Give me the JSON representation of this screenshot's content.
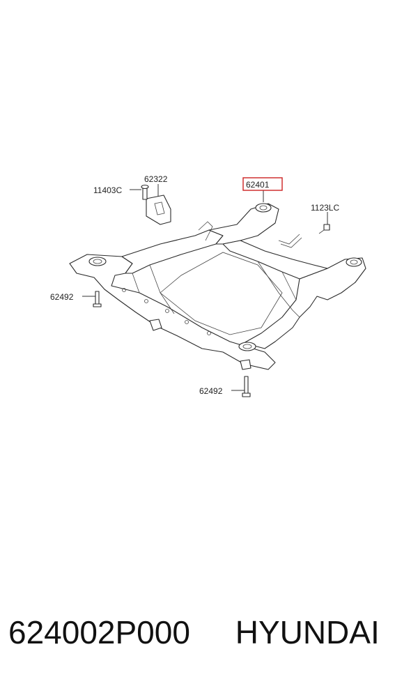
{
  "callouts": {
    "bolt_top": "11403C",
    "bracket": "62322",
    "crossmember": "62401",
    "bolt_right": "1123LC",
    "bolt_left": "62492",
    "bolt_bottom": "62492"
  },
  "highlight_color": "#cc2222",
  "footer": {
    "part_number": "624002P000",
    "brand": "HYUNDAI"
  }
}
